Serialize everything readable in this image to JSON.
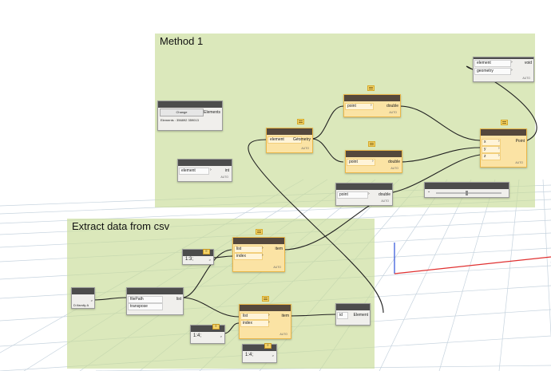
{
  "groups": {
    "method1": {
      "title": "Method 1"
    },
    "extract": {
      "title": "Extract data from csv"
    }
  },
  "nodes": {
    "select_model": {
      "button": "Change",
      "output": "Elements",
      "info": "Elements : 356892 359013"
    },
    "element_geometry": {
      "input": "element",
      "output": "Geometry",
      "foot": "AUTO"
    },
    "point_x_top": {
      "input": "point",
      "output": "double",
      "foot": "AUTO"
    },
    "point_x_mid": {
      "input": "point",
      "output": "double",
      "foot": "AUTO"
    },
    "point_by_coords": {
      "inputs": [
        "x",
        "y",
        "z"
      ],
      "output": "Point",
      "foot": "AUTO"
    },
    "element_set": {
      "inputs": [
        "element",
        "geometry"
      ],
      "output": "void",
      "foot": "AUTO"
    },
    "element_id": {
      "input": "element",
      "output": "int",
      "foot": "AUTO"
    },
    "point_double": {
      "input": "point",
      "output": "double",
      "foot": "AUTO"
    },
    "slider": {
      "icon": "chevron-icon"
    },
    "file_path": {
      "label": "D:\\family A"
    },
    "import_csv": {
      "inputs": [
        "filePath",
        "transpose"
      ],
      "output": "list"
    },
    "code_block_1": {
      "value": "1:3;"
    },
    "get_item_1": {
      "inputs": [
        "list",
        "index"
      ],
      "output": "item",
      "foot": "AUTO"
    },
    "code_block_2": {
      "value": "1:4;"
    },
    "get_item_2": {
      "inputs": [
        "list",
        "index"
      ],
      "output": "item",
      "foot": "AUTO"
    },
    "code_block_3": {
      "value": "1:4;"
    },
    "element_by_id": {
      "input": "id",
      "output": "Element"
    }
  },
  "colors": {
    "group_fill": "#c8dc96",
    "node_header": "#4c4c4c",
    "node_selected": "#fbe3a4",
    "wire": "#222222",
    "axis_x": "#e03030",
    "axis_y": "#2b4fd8"
  }
}
